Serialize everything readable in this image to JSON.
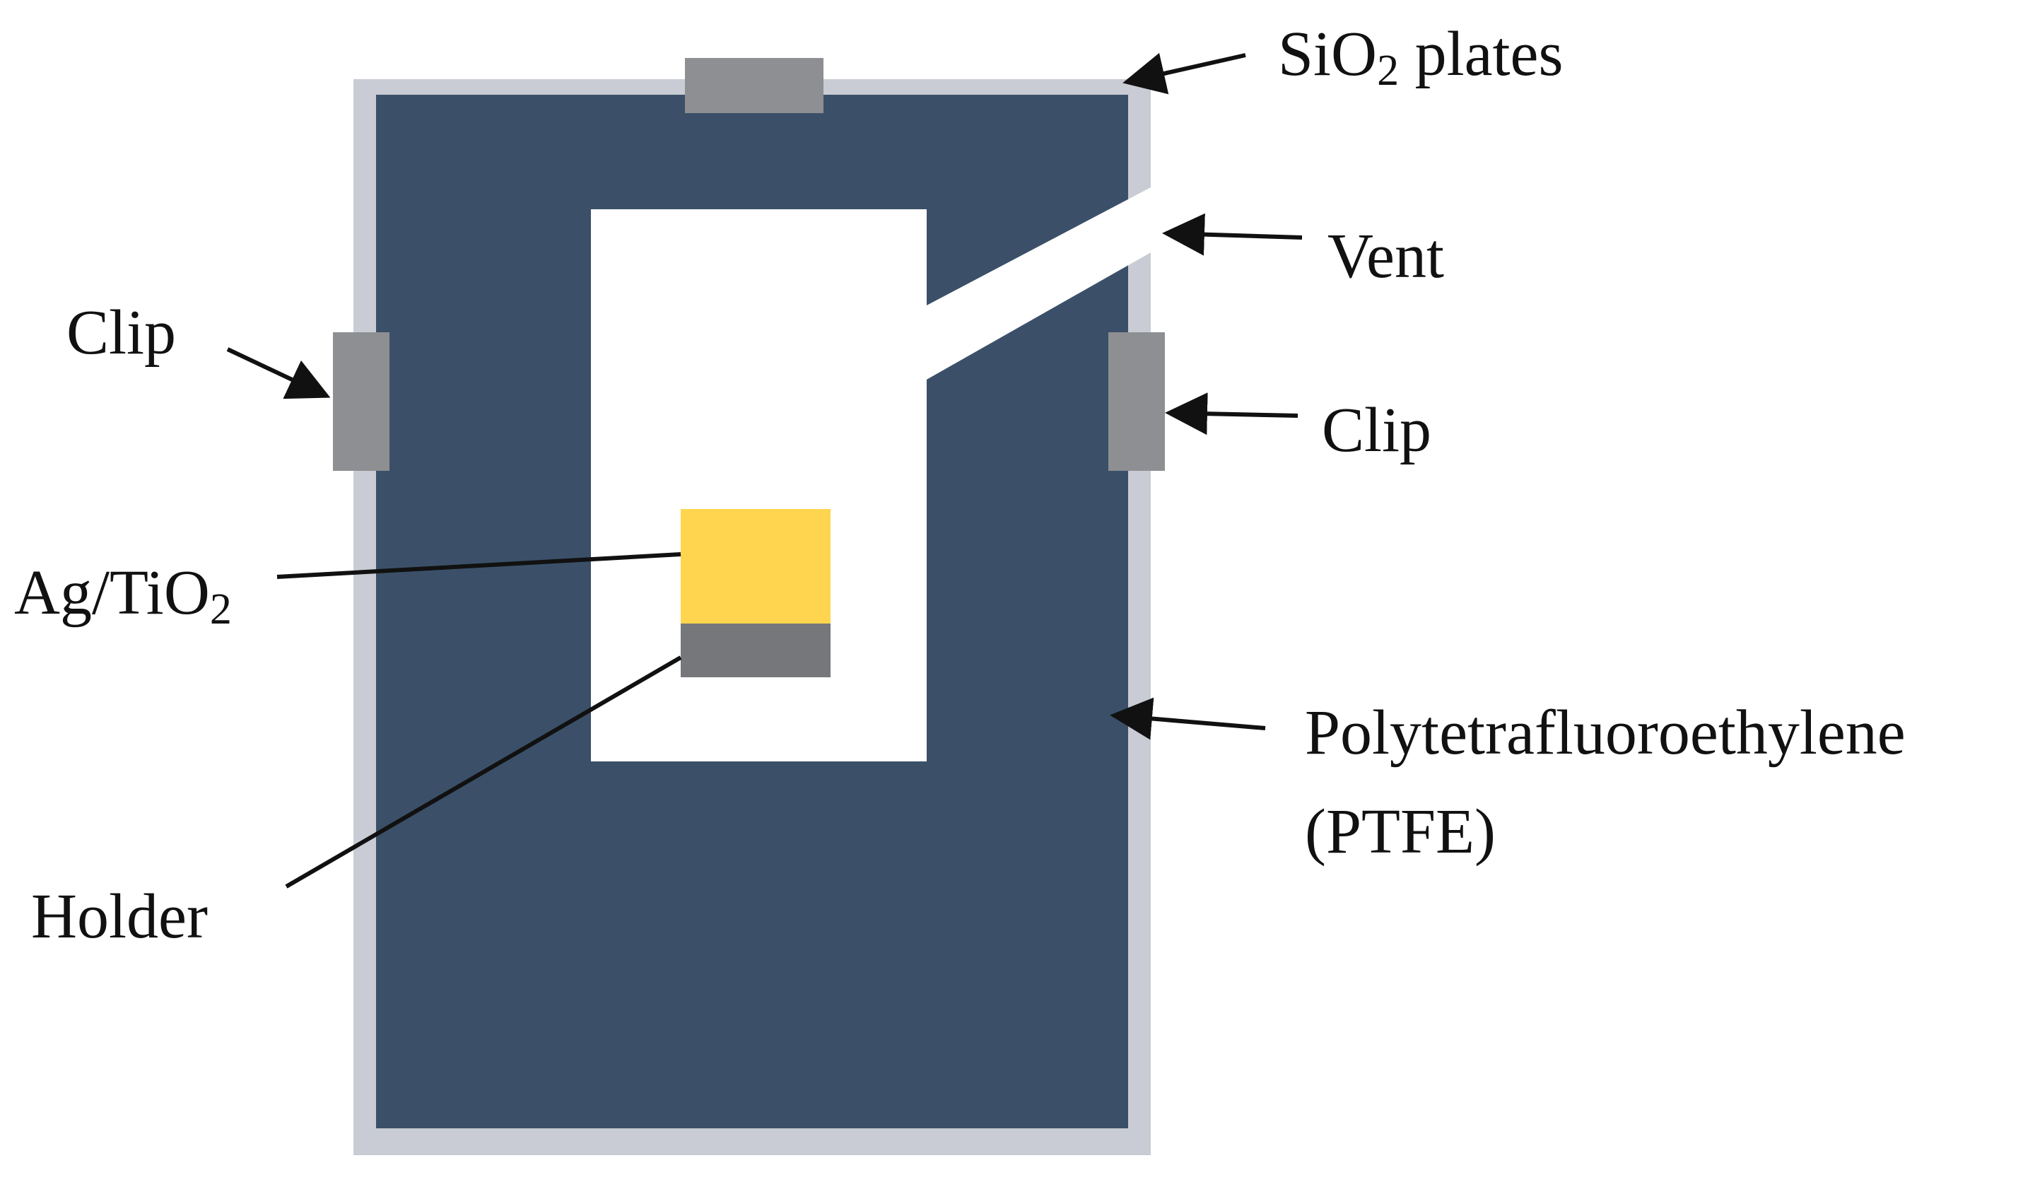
{
  "colors": {
    "ptfe": "#3b5068",
    "silica_plate": "#c9ccd4",
    "clip": "#8e8f92",
    "chamber": "#ffffff",
    "sample": "#ffd54f",
    "holder": "#76777a",
    "line": "#111111"
  },
  "labels": {
    "sio2_prefix": "SiO",
    "sio2_sub": "2",
    "sio2_suffix": " plates",
    "vent": "Vent",
    "clip_left": "Clip",
    "clip_right": "Clip",
    "ag_tio2_prefix": "Ag/TiO",
    "ag_tio2_sub": "2",
    "ptfe_line1": "Polytetrafluoroethylene",
    "ptfe_line2": "(PTFE)",
    "holder": "Holder"
  }
}
